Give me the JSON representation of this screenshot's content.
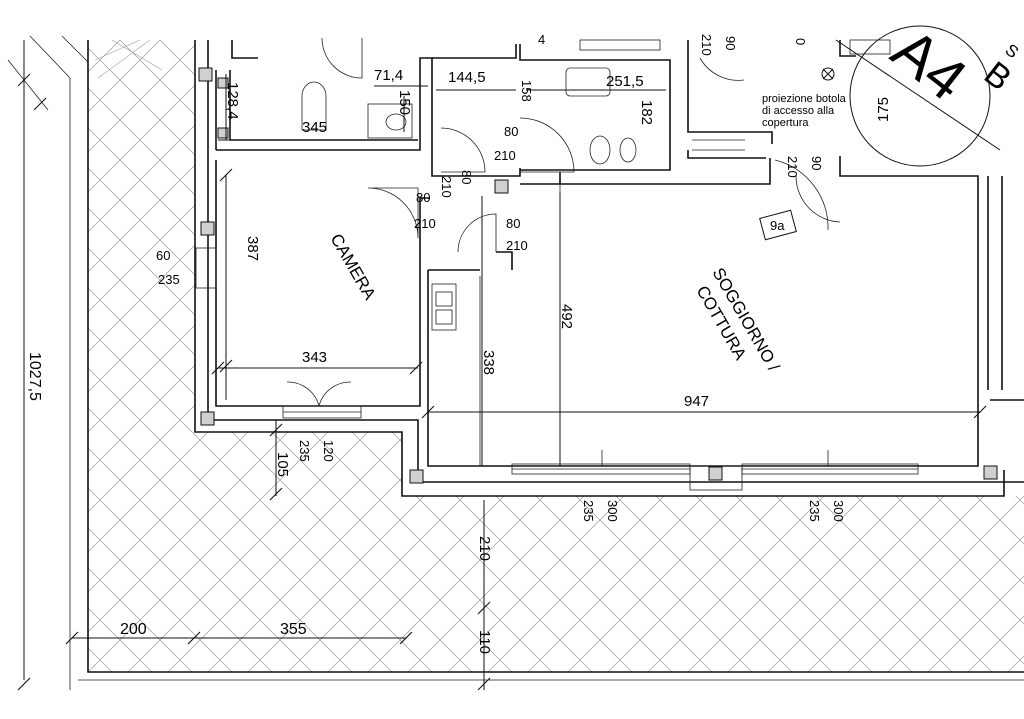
{
  "sheet": {
    "label": "A4",
    "section": "B",
    "corner": "S"
  },
  "rooms": {
    "camera": "CAMERA",
    "soggiorno_1": "SOGGIORNO /",
    "soggiorno_2": "COTTURA"
  },
  "notes": {
    "line1": "proiezione botola",
    "line2": "di accesso alla",
    "line3": "copertura",
    "tag": "9a"
  },
  "dimensions": {
    "d345": "345",
    "d128_4": "128,4",
    "d71_4": "71,4",
    "d150": "150",
    "d144_5": "144,5",
    "d251_5": "251,5",
    "d182": "182",
    "d158": "158",
    "d175": "175",
    "d80_a": "80",
    "d210_a": "210",
    "d80_b": "80",
    "d210_b": "210",
    "d210_c": "210",
    "d80_c": "80",
    "d210_d": "210",
    "d387": "387",
    "d343": "343",
    "d60": "60",
    "d235_a": "235",
    "d338": "338",
    "d492": "492",
    "d947": "947",
    "d105": "105",
    "d235_b": "235",
    "d120": "120",
    "d235_c": "235",
    "d300_a": "300",
    "d235_d": "235",
    "d300_b": "300",
    "d210_e": "210",
    "d110": "110",
    "d200": "200",
    "d355": "355",
    "d1027_5": "1027,5",
    "d210_f": "210",
    "d90_a": "90",
    "d210_g": "210",
    "d90_b": "90",
    "d0": "0",
    "d4": "4"
  }
}
